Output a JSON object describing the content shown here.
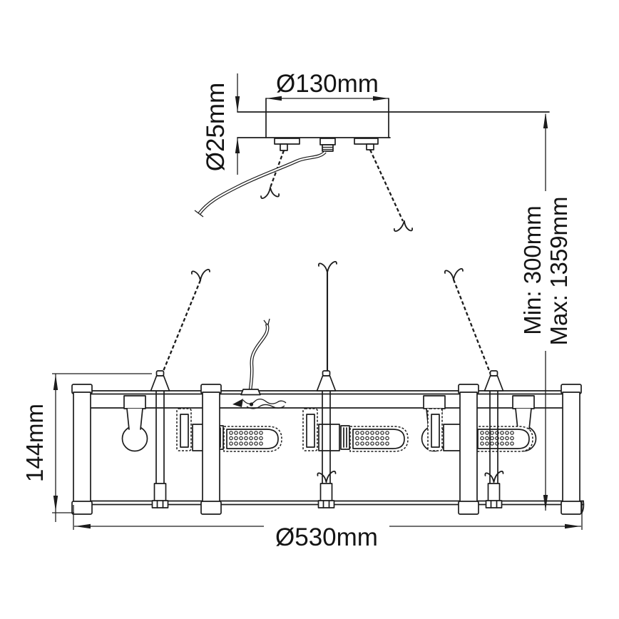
{
  "diagram": {
    "type": "technical-dimension-drawing",
    "subject": "pendant ceiling light fixture with canopy, adjustable suspension cables and drum shade with tube lamps and bulbs",
    "colors": {
      "line": "#1c1c1c",
      "background": "#ffffff",
      "text": "#141414"
    },
    "labels": {
      "canopy_diameter": "Ø130mm",
      "canopy_height": "Ø25mm",
      "suspension_min": "Min: 300mm",
      "suspension_max": "Max: 1359mm",
      "fixture_height": "144mm",
      "fixture_diameter": "Ø530mm"
    }
  }
}
